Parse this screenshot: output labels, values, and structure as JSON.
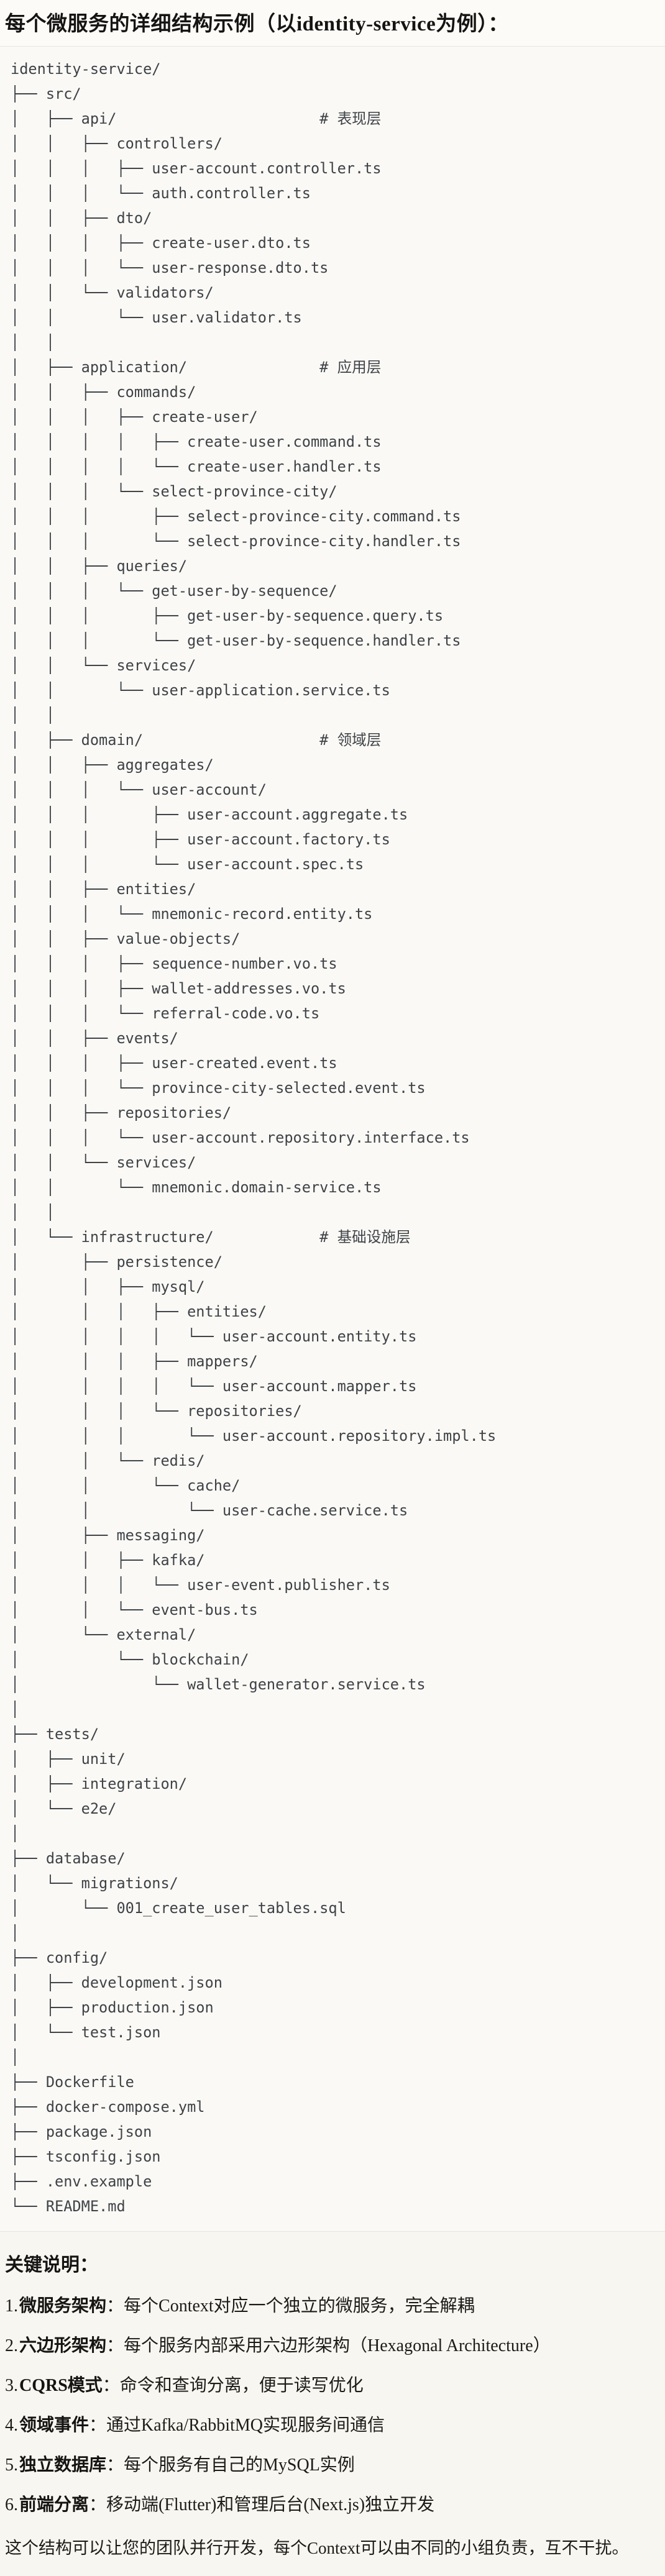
{
  "title": "每个微服务的详细结构示例（以identity-service为例）：",
  "tree": {
    "lines": [
      "identity-service/",
      "├── src/",
      "│   ├── api/                       # 表现层",
      "│   │   ├── controllers/",
      "│   │   │   ├── user-account.controller.ts",
      "│   │   │   └── auth.controller.ts",
      "│   │   ├── dto/",
      "│   │   │   ├── create-user.dto.ts",
      "│   │   │   └── user-response.dto.ts",
      "│   │   └── validators/",
      "│   │       └── user.validator.ts",
      "│   │",
      "│   ├── application/               # 应用层",
      "│   │   ├── commands/",
      "│   │   │   ├── create-user/",
      "│   │   │   │   ├── create-user.command.ts",
      "│   │   │   │   └── create-user.handler.ts",
      "│   │   │   └── select-province-city/",
      "│   │   │       ├── select-province-city.command.ts",
      "│   │   │       └── select-province-city.handler.ts",
      "│   │   ├── queries/",
      "│   │   │   └── get-user-by-sequence/",
      "│   │   │       ├── get-user-by-sequence.query.ts",
      "│   │   │       └── get-user-by-sequence.handler.ts",
      "│   │   └── services/",
      "│   │       └── user-application.service.ts",
      "│   │",
      "│   ├── domain/                    # 领域层",
      "│   │   ├── aggregates/",
      "│   │   │   └── user-account/",
      "│   │   │       ├── user-account.aggregate.ts",
      "│   │   │       ├── user-account.factory.ts",
      "│   │   │       └── user-account.spec.ts",
      "│   │   ├── entities/",
      "│   │   │   └── mnemonic-record.entity.ts",
      "│   │   ├── value-objects/",
      "│   │   │   ├── sequence-number.vo.ts",
      "│   │   │   ├── wallet-addresses.vo.ts",
      "│   │   │   └── referral-code.vo.ts",
      "│   │   ├── events/",
      "│   │   │   ├── user-created.event.ts",
      "│   │   │   └── province-city-selected.event.ts",
      "│   │   ├── repositories/",
      "│   │   │   └── user-account.repository.interface.ts",
      "│   │   └── services/",
      "│   │       └── mnemonic.domain-service.ts",
      "│   │",
      "│   └── infrastructure/            # 基础设施层",
      "│       ├── persistence/",
      "│       │   ├── mysql/",
      "│       │   │   ├── entities/",
      "│       │   │   │   └── user-account.entity.ts",
      "│       │   │   ├── mappers/",
      "│       │   │   │   └── user-account.mapper.ts",
      "│       │   │   └── repositories/",
      "│       │   │       └── user-account.repository.impl.ts",
      "│       │   └── redis/",
      "│       │       └── cache/",
      "│       │           └── user-cache.service.ts",
      "│       ├── messaging/",
      "│       │   ├── kafka/",
      "│       │   │   └── user-event.publisher.ts",
      "│       │   └── event-bus.ts",
      "│       └── external/",
      "│           └── blockchain/",
      "│               └── wallet-generator.service.ts",
      "│",
      "├── tests/",
      "│   ├── unit/",
      "│   ├── integration/",
      "│   └── e2e/",
      "│",
      "├── database/",
      "│   └── migrations/",
      "│       └── 001_create_user_tables.sql",
      "│",
      "├── config/",
      "│   ├── development.json",
      "│   ├── production.json",
      "│   └── test.json",
      "│",
      "├── Dockerfile",
      "├── docker-compose.yml",
      "├── package.json",
      "├── tsconfig.json",
      "├── .env.example",
      "└── README.md"
    ]
  },
  "notes": {
    "heading": "关键说明：",
    "items": [
      {
        "num": "1.",
        "term": "微服务架构",
        "text": "：每个Context对应一个独立的微服务，完全解耦"
      },
      {
        "num": "2.",
        "term": "六边形架构",
        "text": "：每个服务内部采用六边形架构（Hexagonal Architecture）"
      },
      {
        "num": "3.",
        "term": "CQRS模式",
        "text": "：命令和查询分离，便于读写优化"
      },
      {
        "num": "4.",
        "term": "领域事件",
        "text": "：通过Kafka/RabbitMQ实现服务间通信"
      },
      {
        "num": "5.",
        "term": "独立数据库",
        "text": "：每个服务有自己的MySQL实例"
      },
      {
        "num": "6.",
        "term": "前端分离",
        "text": "：移动端(Flutter)和管理后台(Next.js)独立开发"
      }
    ],
    "closing": "这个结构可以让您的团队并行开发，每个Context可以由不同的小组负责，互不干扰。"
  }
}
